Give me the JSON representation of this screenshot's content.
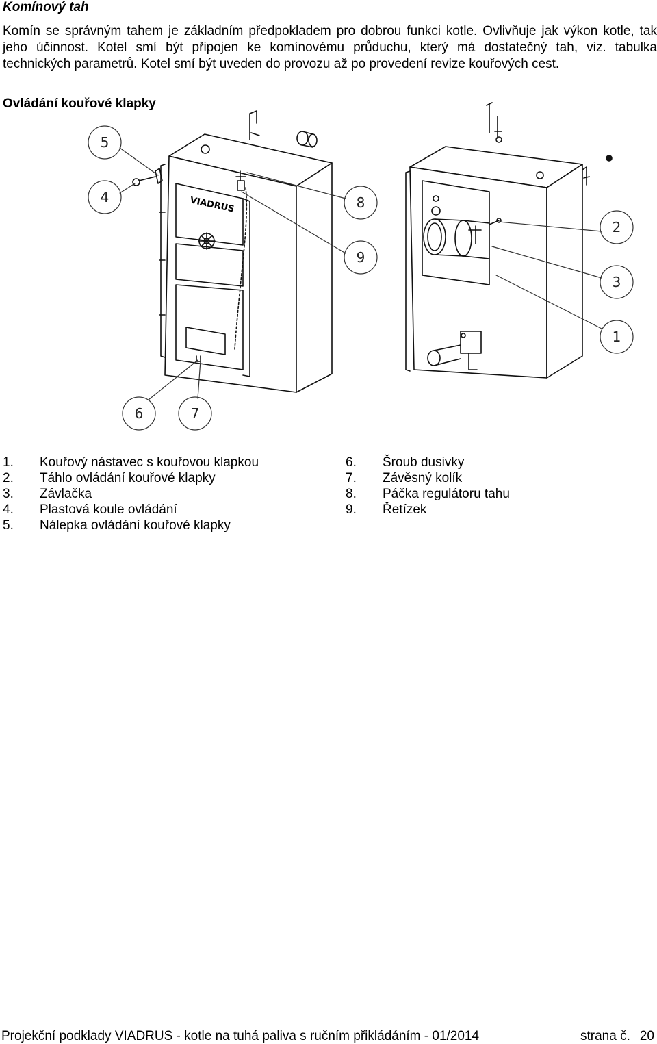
{
  "section": {
    "heading": "Komínový tah",
    "paragraph_lines": [
      "Komín se správným tahem je základním předpokladem pro dobrou funkci kotle. Ovlivňuje jak výkon kotle, tak",
      "jeho účinnost. Kotel smí být připojen ke komínovému průduchu, který má dostatečný tah, viz. tabulka",
      "technických parametrů. Kotel smí být uveden do provozu až po provedení revize kouřových cest."
    ]
  },
  "figure": {
    "title": "Ovládání kouřové klapky",
    "brand_label": "VIADRUS",
    "callouts": [
      "1",
      "2",
      "3",
      "4",
      "5",
      "6",
      "7",
      "8",
      "9"
    ]
  },
  "legend": {
    "left": [
      {
        "num": "1.",
        "text": "Kouřový nástavec s kouřovou klapkou"
      },
      {
        "num": "2.",
        "text": "Táhlo ovládání kouřové klapky"
      },
      {
        "num": "3.",
        "text": "Závlačka"
      },
      {
        "num": "4.",
        "text": "Plastová koule ovládání"
      },
      {
        "num": "5.",
        "text": "Nálepka ovládání kouřové klapky"
      }
    ],
    "right": [
      {
        "num": "6.",
        "text": "Šroub dusivky"
      },
      {
        "num": "7.",
        "text": "Závěsný kolík"
      },
      {
        "num": "8.",
        "text": "Páčka regulátoru tahu"
      },
      {
        "num": "9.",
        "text": "Řetízek"
      }
    ]
  },
  "footer": {
    "left": "Projekční podklady VIADRUS - kotle na tuhá paliva s ručním přikládáním  - 01/2014",
    "page_label": "strana č.",
    "page_number": "20"
  }
}
